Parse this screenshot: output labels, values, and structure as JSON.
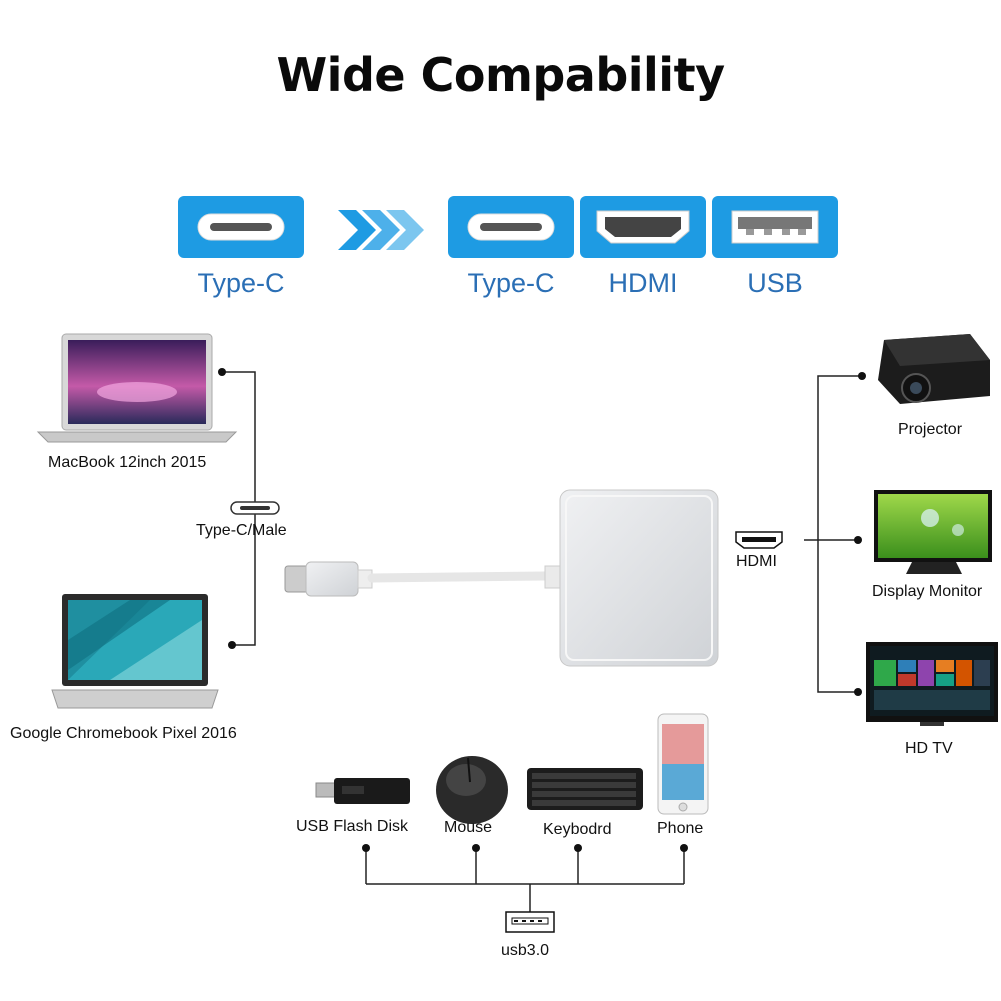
{
  "title": "Wide Compability",
  "colors": {
    "port_box": "#1e9be3",
    "port_label": "#2b6fb5",
    "arrow": "#1e9be3"
  },
  "ports": {
    "input": {
      "label": "Type-C",
      "icon": "usb-c-port-icon"
    },
    "outputs": [
      {
        "label": "Type-C",
        "icon": "usb-c-port-icon"
      },
      {
        "label": "HDMI",
        "icon": "hdmi-port-icon"
      },
      {
        "label": "USB",
        "icon": "usb-a-port-icon"
      }
    ]
  },
  "sources": {
    "laptop1": "MacBook 12inch 2015",
    "laptop2": "Google Chromebook Pixel 2016",
    "connector": "Type-C/Male"
  },
  "hdmi_label": "HDMI",
  "displays": {
    "projector": "Projector",
    "monitor": "Display Monitor",
    "tv": "HD TV"
  },
  "usb_devices": {
    "flash": "USB Flash Disk",
    "mouse": "Mouse",
    "keyboard": "Keybodrd",
    "phone": "Phone"
  },
  "usb_label": "usb3.0"
}
